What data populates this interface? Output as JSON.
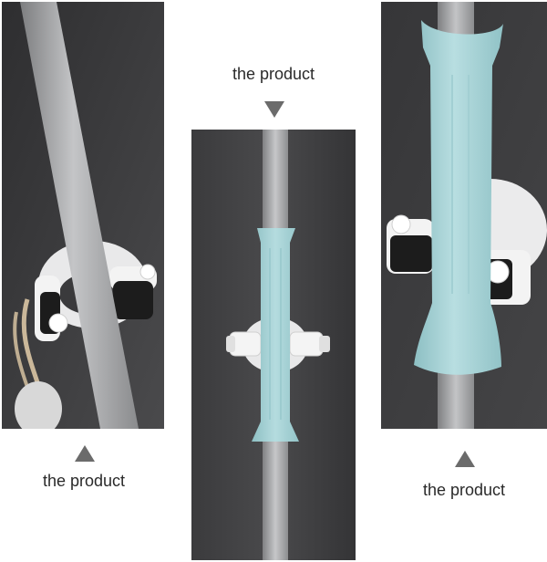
{
  "captions": {
    "center": "the product",
    "left": "the product",
    "right": "the product"
  },
  "icons": {
    "center_arrow": "triangle-down-icon",
    "left_arrow": "triangle-up-icon",
    "right_arrow": "triangle-up-icon"
  },
  "colors": {
    "panel_background": "#3a3a3c",
    "pole": "#a9aaac",
    "handle_sleeve": "#a9d3d6",
    "holder": "#f0f0f0",
    "grip": "#1c1c1c",
    "arrow": "#6b6b6b"
  }
}
